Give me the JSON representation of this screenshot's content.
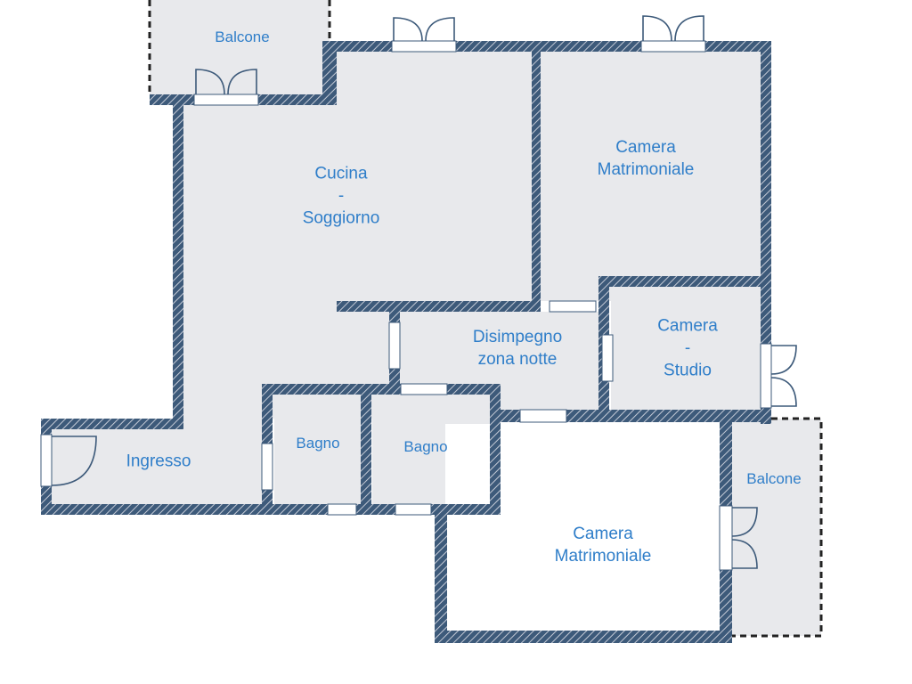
{
  "plan": {
    "colors": {
      "wall": "#3d5a7a",
      "wall_hatch": "#c4cad6",
      "floor": "#e8e9ec",
      "balcony": "#e8e9ec",
      "label": "#2f7ec9",
      "background": "#ffffff"
    },
    "rooms": {
      "balcone_top": {
        "lines": [
          "Balcone"
        ]
      },
      "cucina": {
        "lines": [
          "Cucina",
          "-",
          "Soggiorno"
        ]
      },
      "camera_top": {
        "lines": [
          "Camera",
          "Matrimoniale"
        ]
      },
      "disimpegno": {
        "lines": [
          "Disimpegno",
          "zona notte"
        ]
      },
      "studio": {
        "lines": [
          "Camera",
          "-",
          "Studio"
        ]
      },
      "ingresso": {
        "lines": [
          "Ingresso"
        ]
      },
      "bagno_1": {
        "lines": [
          "Bagno"
        ]
      },
      "bagno_2": {
        "lines": [
          "Bagno"
        ]
      },
      "camera_bottom": {
        "lines": [
          "Camera",
          "Matrimoniale"
        ]
      },
      "balcone_right": {
        "lines": [
          "Balcone"
        ]
      }
    }
  }
}
